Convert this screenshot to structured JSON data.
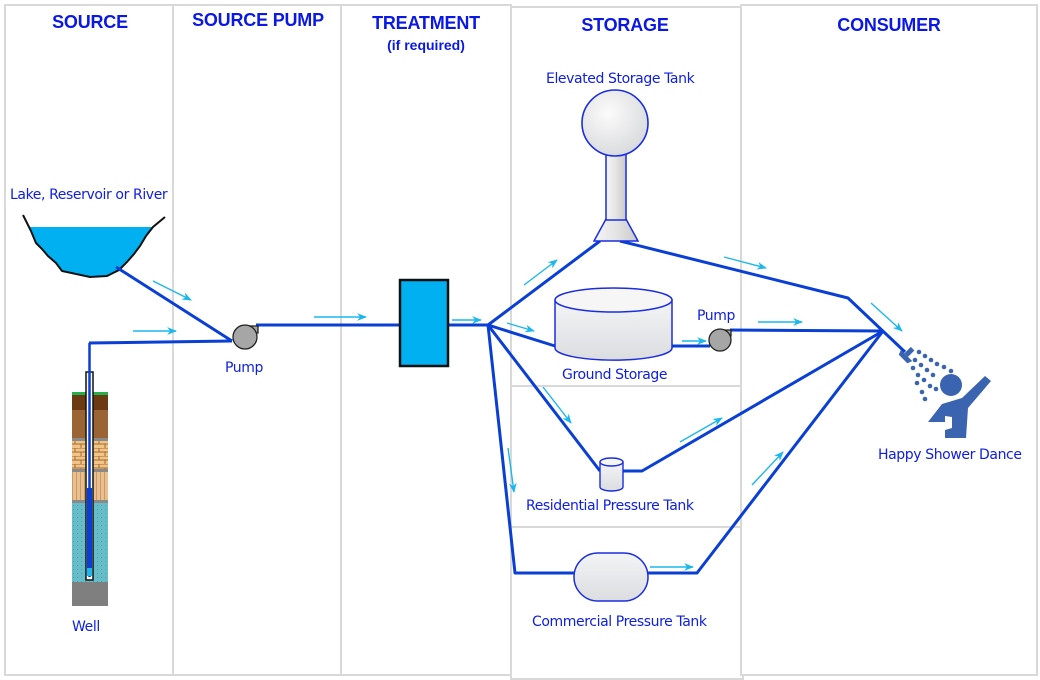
{
  "columns": [
    {
      "id": "source",
      "title": "SOURCE",
      "subtitle": ""
    },
    {
      "id": "source-pump",
      "title": "SOURCE PUMP",
      "subtitle": ""
    },
    {
      "id": "treatment",
      "title": "TREATMENT",
      "subtitle": "(if required)"
    },
    {
      "id": "storage",
      "title": "STORAGE",
      "subtitle": ""
    },
    {
      "id": "consumer",
      "title": "CONSUMER",
      "subtitle": ""
    }
  ],
  "labels": {
    "lake": "Lake, Reservoir or River",
    "well": "Well",
    "source_pump": "Pump",
    "elevated_tank": "Elevated Storage Tank",
    "ground_storage": "Ground Storage",
    "booster_pump": "Pump",
    "residential_tank": "Residential Pressure Tank",
    "commercial_tank": "Commercial Pressure Tank",
    "consumer": "Happy Shower Dance"
  },
  "colors": {
    "header_text": "#0a18e6",
    "label_text": "#1020e0",
    "pipe": "#0a3fd6",
    "flow_arrow": "#1ab8ee",
    "water": "#00b0f0",
    "pump_fill": "#a6a6a6",
    "tank_fill": "#e6e7ea",
    "person": "#3a64b0",
    "column_border": "#d9d9d9"
  }
}
